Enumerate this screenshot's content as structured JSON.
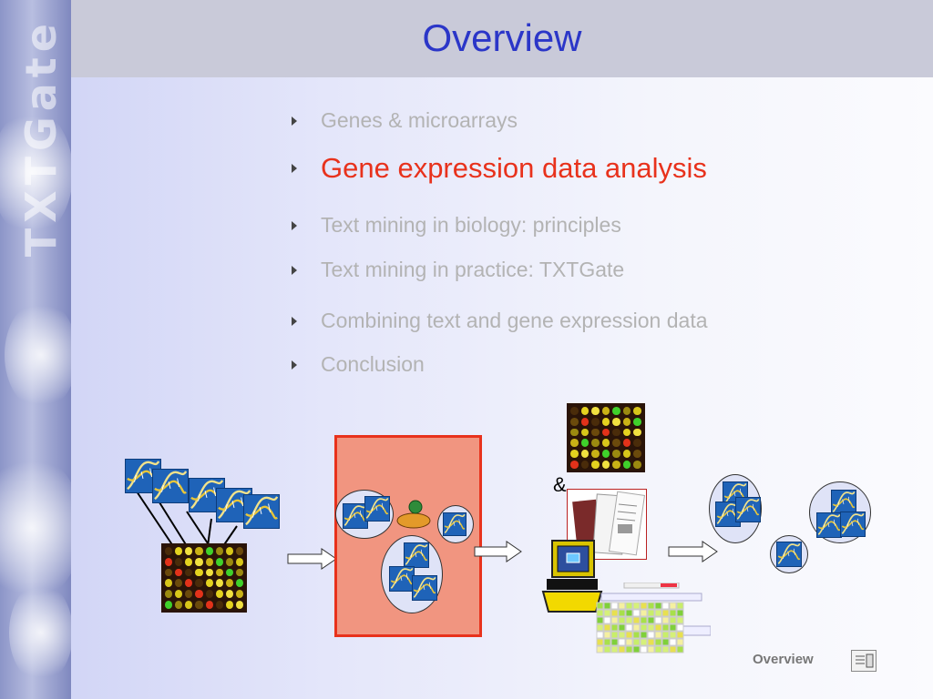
{
  "slide": {
    "title": "Overview",
    "footer_label": "Overview"
  },
  "bullets": [
    {
      "text": "Genes & microarrays",
      "active": false
    },
    {
      "text": "Gene expression data analysis",
      "active": true
    },
    {
      "text": "Text mining in biology: principles",
      "active": false
    },
    {
      "text": "Text mining in practice: TXTGate",
      "active": false
    },
    {
      "text": "Combining text and gene expression data",
      "active": false
    },
    {
      "text": "Conclusion",
      "active": false
    }
  ],
  "diagram": {
    "ampersand": "&"
  },
  "colors": {
    "title": "#2b36c8",
    "active_bullet": "#e8321c",
    "inactive_bullet": "#b3b3b3",
    "cluster_box": "#f19580"
  },
  "icons": [
    "bullet-triangle-icon",
    "dna-icon",
    "microarray-image",
    "arrow-right-icon",
    "computer-icon",
    "document-icon",
    "nav-menu-icon"
  ]
}
